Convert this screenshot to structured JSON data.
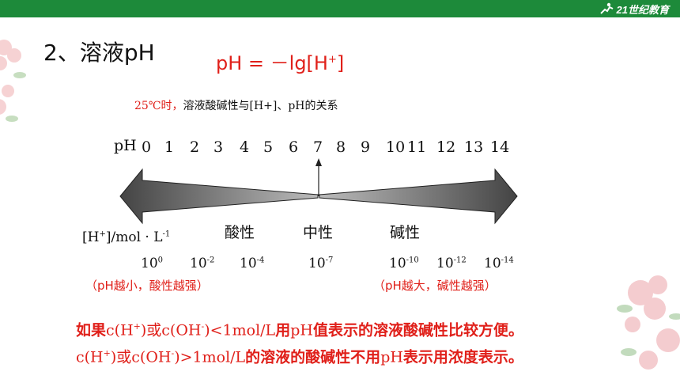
{
  "logo": {
    "text": "21世纪教育"
  },
  "heading": "2、溶液pH",
  "formula": {
    "lhs": "pH",
    "eq": " = ",
    "rhs": "－lg[H",
    "sup": "+",
    "close": "]"
  },
  "caption": {
    "temp": "25℃时，",
    "text": "溶液酸碱性与[H+]、pH的关系"
  },
  "scale": {
    "ph_label": "pH",
    "ticks": [
      "0",
      "1",
      "2",
      "3",
      "4",
      "5",
      "6",
      "7",
      "8",
      "9",
      "10",
      "11",
      "12",
      "13",
      "14"
    ],
    "conc_label_base": "[H",
    "conc_label_sup": "+",
    "conc_label_rest": "]/mol · L",
    "conc_label_exp": "-1",
    "acid": "酸性",
    "neutral": "中性",
    "base": "碱性",
    "powers": [
      {
        "base": "10",
        "exp": "0"
      },
      {
        "base": "10",
        "exp": "-2"
      },
      {
        "base": "10",
        "exp": "-4"
      },
      {
        "base": "10",
        "exp": "-7"
      },
      {
        "base": "10",
        "exp": "-10"
      },
      {
        "base": "10",
        "exp": "-12"
      },
      {
        "base": "10",
        "exp": "-14"
      }
    ],
    "note_left": "（pH越小，酸性越强）",
    "note_right": "（pH越大，碱性越强）"
  },
  "bottom": {
    "line1_a": "如果",
    "line1_b": "c(H",
    "line1_sup1": "+",
    "line1_c": ")或",
    "line1_d": "c(OH",
    "line1_sup2": "-",
    "line1_e": ")<1mol/L",
    "line1_f": "用",
    "line1_g": "pH",
    "line1_h": "值表示的溶液酸碱性比较方便。",
    "line2_a": "c(H",
    "line2_sup1": "+",
    "line2_b": ")或",
    "line2_c": "c(OH",
    "line2_sup2": "-",
    "line2_d": ")>1mol/L",
    "line2_e": "的溶液的酸碱性不用",
    "line2_f": "pH",
    "line2_g": "表示用浓度表示。"
  },
  "colors": {
    "bar": "#1d8a3a",
    "red": "#e0201a",
    "arrow": "#555555"
  }
}
